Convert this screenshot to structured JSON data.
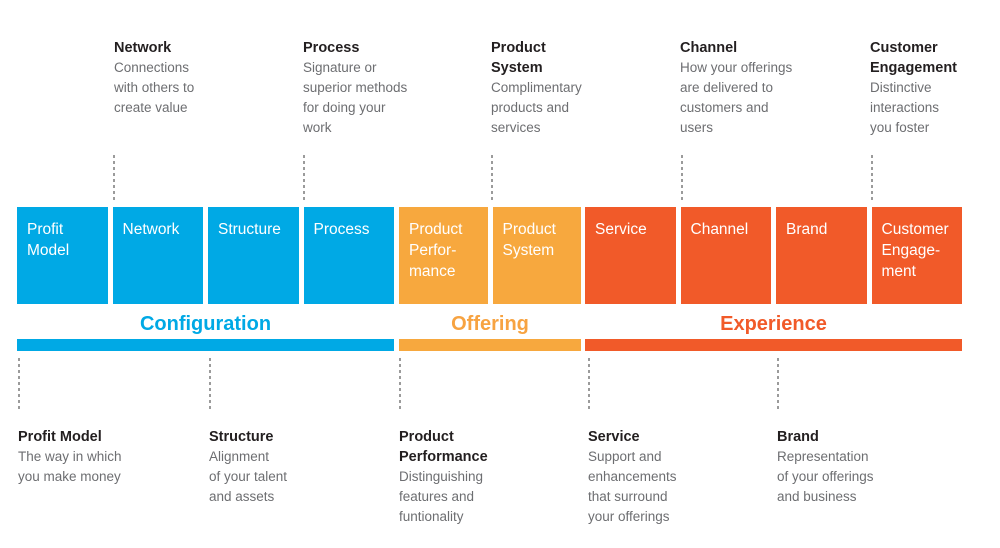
{
  "colors": {
    "blue": "#00a9e5",
    "orange": "#f7a83e",
    "red": "#f15a29",
    "title_text": "#231f20",
    "body_text": "#6d6e71",
    "connector": "#9b9b9b"
  },
  "top_annotations": [
    {
      "title": "Network",
      "body": "Connections\nwith others to\ncreate value"
    },
    {
      "title": "Process",
      "body": "Signature or\nsuperior methods\nfor doing your\nwork"
    },
    {
      "title": "Product\nSystem",
      "body": "Complimentary\nproducts and\nservices"
    },
    {
      "title": "Channel",
      "body": "How your offerings\nare delivered to\ncustomers and\nusers"
    },
    {
      "title": "Customer\nEngagement",
      "body": "Distinctive\ninteractions\nyou foster"
    }
  ],
  "groups": [
    {
      "label": "Configuration",
      "color": "#00a9e5",
      "boxes": [
        "Profit\nModel",
        "Network",
        "Structure",
        "Process"
      ]
    },
    {
      "label": "Offering",
      "color": "#f7a83e",
      "boxes": [
        "Product\nPerfor-\nmance",
        "Product\nSystem"
      ]
    },
    {
      "label": "Experience",
      "color": "#f15a29",
      "boxes": [
        "Service",
        "Channel",
        "Brand",
        "Customer\nEngage-\nment"
      ]
    }
  ],
  "bottom_annotations": [
    {
      "title": "Profit Model",
      "body": "The way in which\nyou make money"
    },
    {
      "title": "Structure",
      "body": "Alignment\nof your talent\nand assets"
    },
    {
      "title": "Product\nPerformance",
      "body": "Distinguishing\nfeatures and\nfuntionality"
    },
    {
      "title": "Service",
      "body": "Support and\nenhancements\nthat surround\nyour offerings"
    },
    {
      "title": "Brand",
      "body": "Representation\nof your offerings\nand business"
    }
  ]
}
